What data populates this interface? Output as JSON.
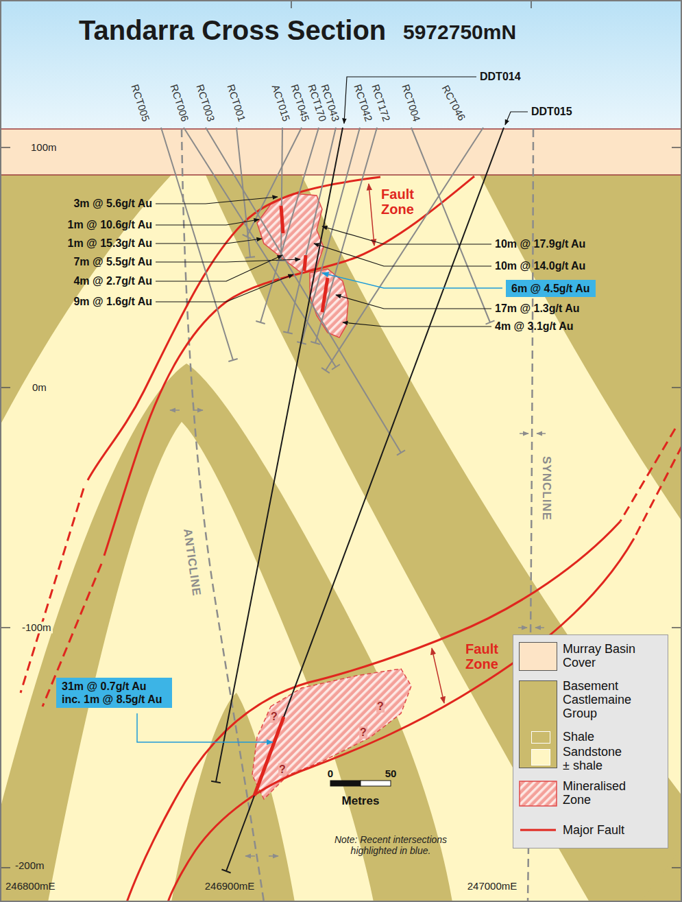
{
  "diagram": {
    "title": "Tandarra Cross Section",
    "nodes": [
      {
        "text": [
          "6m @ 4.5g/t Au"
        ]
      },
      {
        "text": [
          "31m @ 0.7g/t Au inc. 1m @ 8.5g/t Au"
        ]
      }
    ],
    "labels": [
      "5972750mN",
      "RCT005",
      "RCT006",
      "RCT003",
      "RCT001",
      "ACT015",
      "RCT045",
      "RCT170",
      "RCT043",
      "RCT042",
      "RCT172",
      "RCT004",
      "RCT046",
      "DDT014",
      "DDT015",
      "100m",
      "Fault Zone",
      "3m @ 5.6g/t Au",
      "1m @ 10.6g/t Au",
      "1m @ 15.3g/t Au",
      "7m @ 5.5g/t Au",
      "4m @ 2.7g/t Au",
      "9m @ 1.6g/t Au",
      "10m @ 17.9g/t Au",
      "10m @ 14.0g/t Au",
      "17m @ 1.3g/t Au",
      "4m @ 3.1g/t Au",
      "0m",
      "SYNCLINE",
      "ANTICLINE",
      "-100m",
      "Fault Zone",
      "?",
      "?",
      "?",
      "?",
      "0",
      "50",
      "Metres",
      "Note: Recent intersections highlighted in blue.",
      "-200m",
      "246800mE",
      "246900mE",
      "247000mE"
    ],
    "legend": [
      {
        "text": "Murray Basin Cover",
        "color": "#fde4c6"
      },
      {
        "text": "Basement Castlemaine Group",
        "color": "#cbbb6d"
      },
      {
        "text": "Shale",
        "color": "#cbbb6d"
      },
      {
        "text": "Sandstone ± shale",
        "color": "#fff6c4"
      },
      {
        "text": "Mineralised Zone"
      },
      {
        "text": "Major Fault"
      }
    ]
  }
}
